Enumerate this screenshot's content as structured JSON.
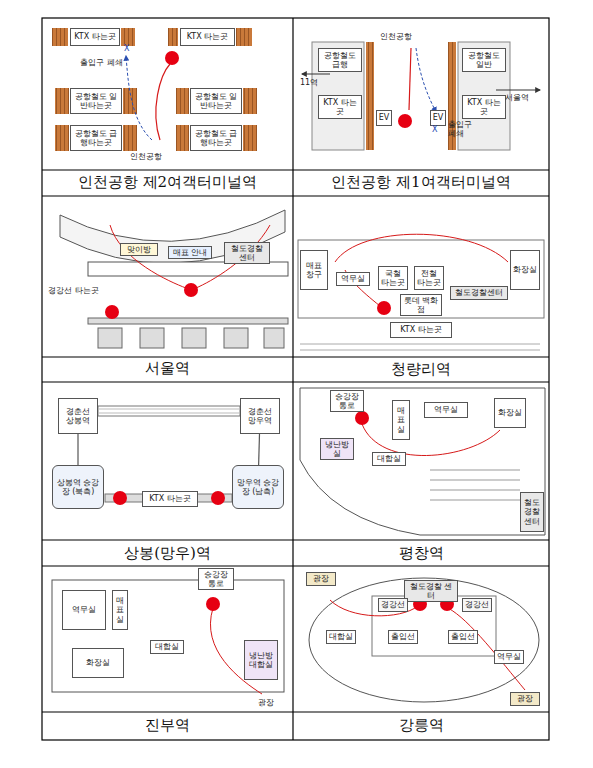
{
  "diagram": {
    "nodes": [
      {
        "text": [
          "KTX 타는곳"
        ]
      },
      {
        "text": [
          "KTX 타는곳"
        ]
      },
      {
        "text": [
          "공항철도 일반타는곳"
        ]
      },
      {
        "text": [
          "공항철도 일반타는곳"
        ]
      },
      {
        "text": [
          "공항철도 급행타는곳"
        ]
      },
      {
        "text": [
          "공항철도 급행타는곳"
        ]
      },
      {
        "text": [
          "공항철도 급행"
        ]
      },
      {
        "text": [
          "공항철도 일반"
        ]
      },
      {
        "text": [
          "KTX 타는곳"
        ]
      },
      {
        "text": [
          "EV"
        ]
      },
      {
        "text": [
          "EV"
        ]
      },
      {
        "text": [
          "KTX 타는곳"
        ]
      },
      {
        "text": [
          "맞이방"
        ]
      },
      {
        "text": [
          "매표 안내"
        ]
      },
      {
        "text": [
          "철도경찰 센터"
        ]
      },
      {
        "text": [
          "매표창구"
        ]
      },
      {
        "text": [
          "역무실"
        ]
      },
      {
        "text": [
          "국철 타는곳"
        ]
      },
      {
        "text": [
          "전철 타는곳"
        ]
      },
      {
        "text": [
          "화장실"
        ]
      },
      {
        "text": [
          "철도경찰센터"
        ]
      },
      {
        "text": [
          "롯데 백화점"
        ]
      },
      {
        "text": [
          "KTX 타는곳"
        ]
      },
      {
        "text": [
          "경춘선 상봉역"
        ]
      },
      {
        "text": [
          "경춘선 망우역"
        ]
      },
      {
        "text": [
          "상봉역 승강장 (북측)"
        ]
      },
      {
        "text": [
          "망우역 승강장 (남측)"
        ]
      },
      {
        "text": [
          "KTX 타는곳"
        ]
      },
      {
        "text": [
          "승강장 통로"
        ]
      },
      {
        "text": [
          "매표실"
        ]
      },
      {
        "text": [
          "역무실"
        ]
      },
      {
        "text": [
          "화장실"
        ]
      },
      {
        "text": [
          "냉난방실"
        ]
      },
      {
        "text": [
          "대합실"
        ]
      },
      {
        "text": [
          "철도경찰 센터"
        ]
      },
      {
        "text": [
          "승강장 통로"
        ]
      },
      {
        "text": [
          "역무실"
        ]
      },
      {
        "text": [
          "매표실"
        ]
      },
      {
        "text": [
          "대합실"
        ]
      },
      {
        "text": [
          "화장실"
        ]
      },
      {
        "text": [
          "냉난방 대합실"
        ]
      },
      {
        "text": [
          "광장"
        ]
      },
      {
        "text": [
          "철도경찰 센터"
        ]
      },
      {
        "text": [
          "경강선"
        ]
      },
      {
        "text": [
          "경강선"
        ]
      },
      {
        "text": [
          "대합실"
        ]
      },
      {
        "text": [
          "출입선"
        ]
      },
      {
        "text": [
          "출입선"
        ]
      },
      {
        "text": [
          "역무실"
        ]
      },
      {
        "text": [
          "광장"
        ]
      }
    ],
    "edges": [
      {
        "from": 23,
        "to": 25,
        "arrow": "none"
      },
      {
        "from": 24,
        "to": 26,
        "arrow": "none"
      }
    ],
    "labels": [
      "출입구 폐쇄",
      "X",
      "인천공항",
      "인천공항",
      "11역",
      "서울역",
      "X",
      "출입구 폐쇄",
      "경강선 타는곳",
      "광장",
      "인천공항 제2여객터미널역",
      "인천공항 제1여객터미널역",
      "서울역",
      "청량리역",
      "상봉(망우)역",
      "평창역",
      "진부역",
      "강릉역"
    ]
  }
}
